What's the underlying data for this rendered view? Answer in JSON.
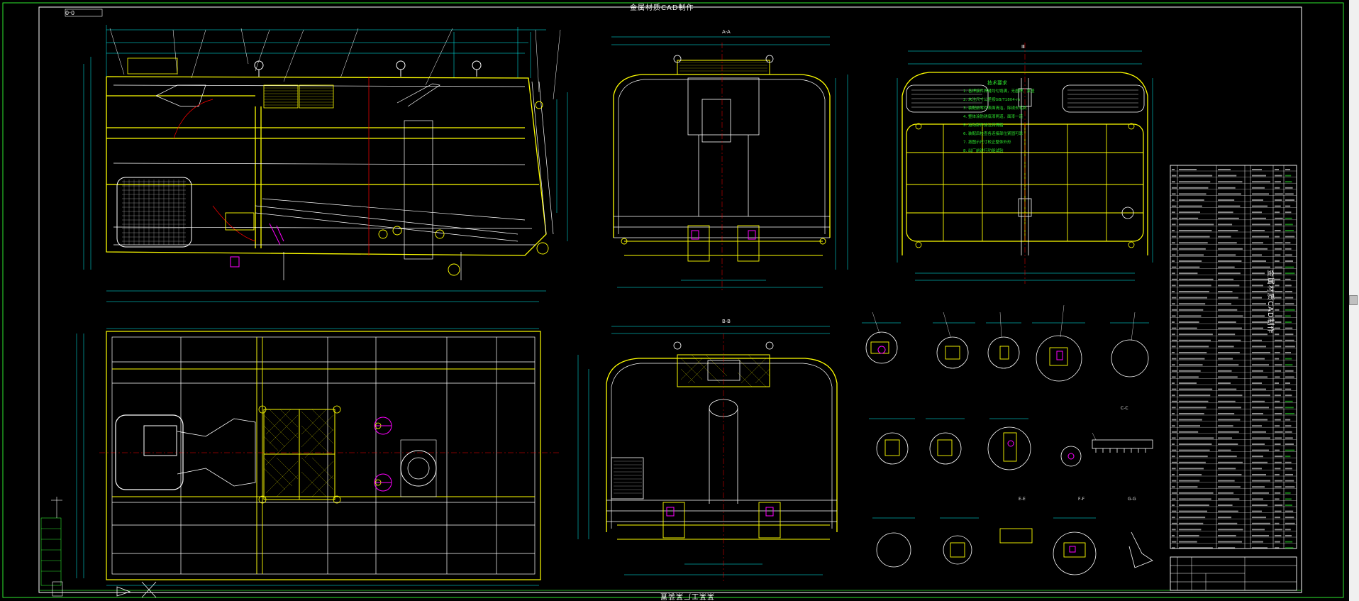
{
  "window": {
    "top_title": "金属材质CAD制作",
    "bottom_title": "某某工厂某装置",
    "side_title": "金属材质CAD制作",
    "drawing_number": "0-0"
  },
  "notes": {
    "heading": "技术要求",
    "items": [
      "1. 各焊接件焊缝均匀饱满，无虚焊、夹渣",
      "2. 未注尺寸公差按GB/T1804-m",
      "3. 装配前零件表面清洁，除锈去毛刺",
      "4. 整体涂防锈底漆两道，面漆一道",
      "5. 运动部件加注润滑脂",
      "6. 装配后检查各连接部位紧固可靠",
      "7. 按图示尺寸校正整体外形",
      "8. 出厂前进行功能试验"
    ]
  },
  "views": {
    "side_section": "A-A",
    "front_section": "B-B",
    "top_label": "Ⅲ",
    "detail_c": "C-C",
    "detail_e": "E-E",
    "detail_f": "F-F",
    "detail_g": "G-G"
  },
  "colors": {
    "background": "#000000",
    "border": "#2ee82e",
    "outline": "#ffff00",
    "dimension": "#00ffff",
    "structure": "#ffffff",
    "detail": "#ff00ff",
    "hidden": "#ff0000"
  }
}
